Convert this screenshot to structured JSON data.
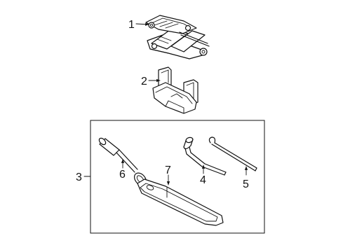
{
  "callouts": [
    {
      "id": 1,
      "label": "1"
    },
    {
      "id": 2,
      "label": "2"
    },
    {
      "id": 3,
      "label": "3"
    },
    {
      "id": 4,
      "label": "4"
    },
    {
      "id": 5,
      "label": "5"
    },
    {
      "id": 6,
      "label": "6"
    },
    {
      "id": 7,
      "label": "7"
    }
  ],
  "colors": {
    "line": "#111111",
    "background": "#ffffff"
  }
}
